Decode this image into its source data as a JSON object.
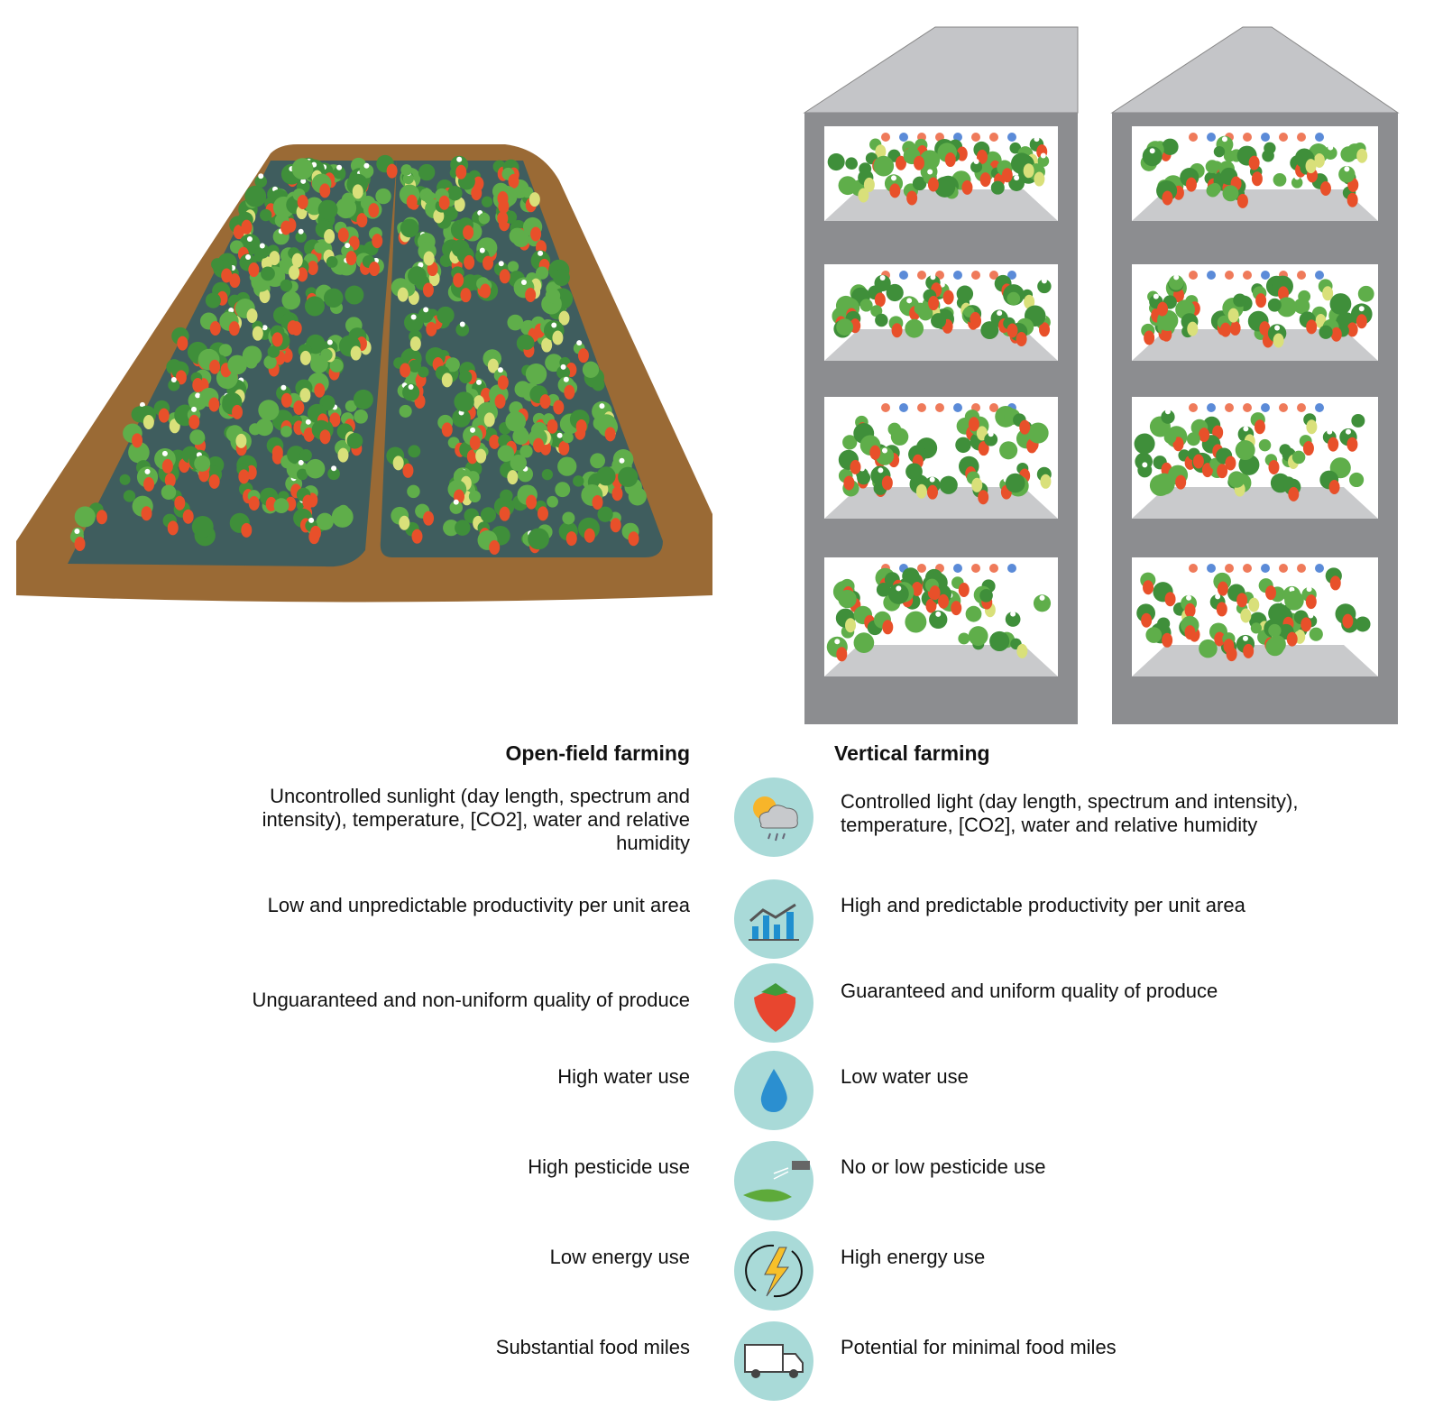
{
  "headers": {
    "left": "Open-field farming",
    "right": "Vertical farming"
  },
  "rows": [
    {
      "icon": "weather-icon",
      "left": "Uncontrolled sunlight (day length, spectrum and intensity), temperature, [CO2], water and relative humidity",
      "right": "Controlled light (day length, spectrum and intensity), temperature, [CO2], water and relative humidity"
    },
    {
      "icon": "productivity-chart-icon",
      "left": "Low and unpredictable productivity per unit area",
      "right": "High and predictable productivity per unit area"
    },
    {
      "icon": "strawberry-icon",
      "left": "Unguaranteed and non-uniform quality of produce",
      "right": "Guaranteed and uniform quality of produce"
    },
    {
      "icon": "water-drop-icon",
      "left": "High water use",
      "right": "Low water use"
    },
    {
      "icon": "pesticide-caterpillar-icon",
      "left": "High pesticide use",
      "right": "No or low pesticide use"
    },
    {
      "icon": "energy-cycle-icon",
      "left": "Low energy use",
      "right": "High energy use"
    },
    {
      "icon": "truck-icon",
      "left": "Substantial food miles",
      "right": "Potential for minimal food miles"
    }
  ],
  "colors": {
    "soil": "#9a6a35",
    "bed": "#3f5d5e",
    "shelf": "#8c8d90",
    "icon_bg": "#a9dad8",
    "berry": "#e8502a",
    "leaf": "#3f8f3a"
  }
}
